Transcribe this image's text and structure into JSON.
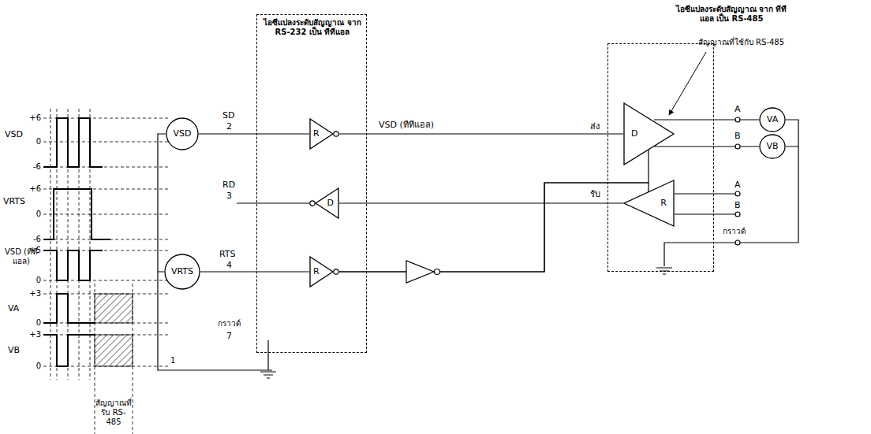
{
  "diagram": {
    "nodes": [
      {
        "text": [
          "VSD"
        ]
      },
      {
        "text": [
          "VRTS"
        ]
      },
      {
        "text": [
          "ไอซีแปลงระดับสัญญาณ จาก RS-232 เป็น ทีทีแอล"
        ]
      },
      {
        "text": [
          "R"
        ],
        "in": 2
      },
      {
        "text": [
          "D"
        ],
        "in": 2
      },
      {
        "text": [
          "R"
        ],
        "in": 2
      },
      {
        "text": [
          "ไอซีแปลงระดับสัญญาณ จาก ทีทีแอล เป็น RS-485"
        ]
      },
      {
        "text": [
          "D"
        ],
        "in": 6
      },
      {
        "text": [
          "R"
        ],
        "in": 6
      },
      {
        "text": [
          "VA"
        ]
      },
      {
        "text": [
          "VB"
        ]
      }
    ],
    "edges": [
      {
        "from": 0,
        "to": 3,
        "arrow": "none"
      },
      {
        "from": 1,
        "to": 5,
        "arrow": "none"
      },
      {
        "from": 3,
        "to": 7,
        "label": "VSD (ทีทีแอล)",
        "arrow": "none"
      },
      {
        "from": 8,
        "to": 4,
        "arrow": "none"
      },
      {
        "from": 5,
        "to": 7,
        "arrow": "none"
      },
      {
        "from": 5,
        "to": 8,
        "arrow": "none"
      },
      {
        "from": 7,
        "to": 9,
        "arrow": "none"
      },
      {
        "from": 7,
        "to": 10,
        "arrow": "none"
      }
    ],
    "labels": [
      "VSD",
      "VRTS",
      "VSD (ทีทีแอล)",
      "VA",
      "VB",
      "+6",
      "0",
      "-6",
      "+6",
      "0",
      "-6",
      "+5",
      "0",
      "+3",
      "0",
      "+3",
      "0",
      "1",
      "สัญญาณที่ รับ RS-485",
      "SD",
      "2",
      "RD",
      "3",
      "RTS",
      "4",
      "กราวด์",
      "7",
      "ส่ง",
      "รับ",
      "สัญญาณที่ใช้กับ RS-485",
      "A",
      "B",
      "A",
      "B",
      "กราวด์"
    ]
  }
}
